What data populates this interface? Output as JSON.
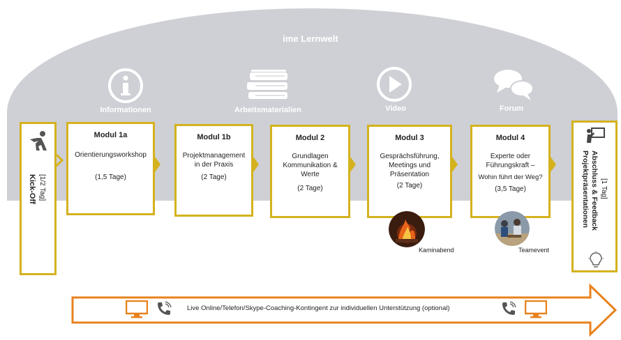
{
  "learning_world": {
    "title": "ime Lernwelt",
    "categories": [
      {
        "label": "Informationen",
        "icon": "info-icon"
      },
      {
        "label": "Arbeitsmaterialien",
        "icon": "books-icon"
      },
      {
        "label": "Video",
        "icon": "play-icon"
      },
      {
        "label": "Forum",
        "icon": "chat-icon"
      }
    ]
  },
  "kickoff": {
    "title": "Kick-Off",
    "duration": "[1/2 Tag]",
    "icon": "person-running-icon"
  },
  "modules": [
    {
      "title": "Modul 1a",
      "desc": "Orientierungsworkshop",
      "days": "(1,5 Tage)"
    },
    {
      "title": "Modul 1b",
      "desc": "Projektmanagement in der Praxis",
      "days": "(2 Tage)"
    },
    {
      "title": "Modul 2",
      "desc": "Grundlagen Kommunikation & Werte",
      "days": "(2 Tage)"
    },
    {
      "title": "Modul 3",
      "desc": "Gesprächsführung, Meetings und Präsentation",
      "days": "(2 Tage)"
    },
    {
      "title": "Modul 4",
      "desc": "Experte oder Führungskraft –",
      "sub": "Wohin führt der Weg?",
      "days": "(3,5 Tage)"
    }
  ],
  "events": [
    {
      "label": "Kaminabend"
    },
    {
      "label": "Teamevent"
    }
  ],
  "final": {
    "title_1": "Projektpräsentationen",
    "title_2": "Abschluss & Feedback",
    "duration": "[1 Tag]",
    "icons": [
      "presentation-icon",
      "lightbulb-icon"
    ]
  },
  "coaching": {
    "text": "Live Online/Telefon/Skype-Coaching-Kontingent zur individuellen Unterstützung (optional)",
    "icons": [
      "monitor-icon",
      "phone-icon"
    ]
  },
  "colors": {
    "gold": "#d4b21e",
    "orange": "#e8821e",
    "gray": "#ced0d5"
  }
}
